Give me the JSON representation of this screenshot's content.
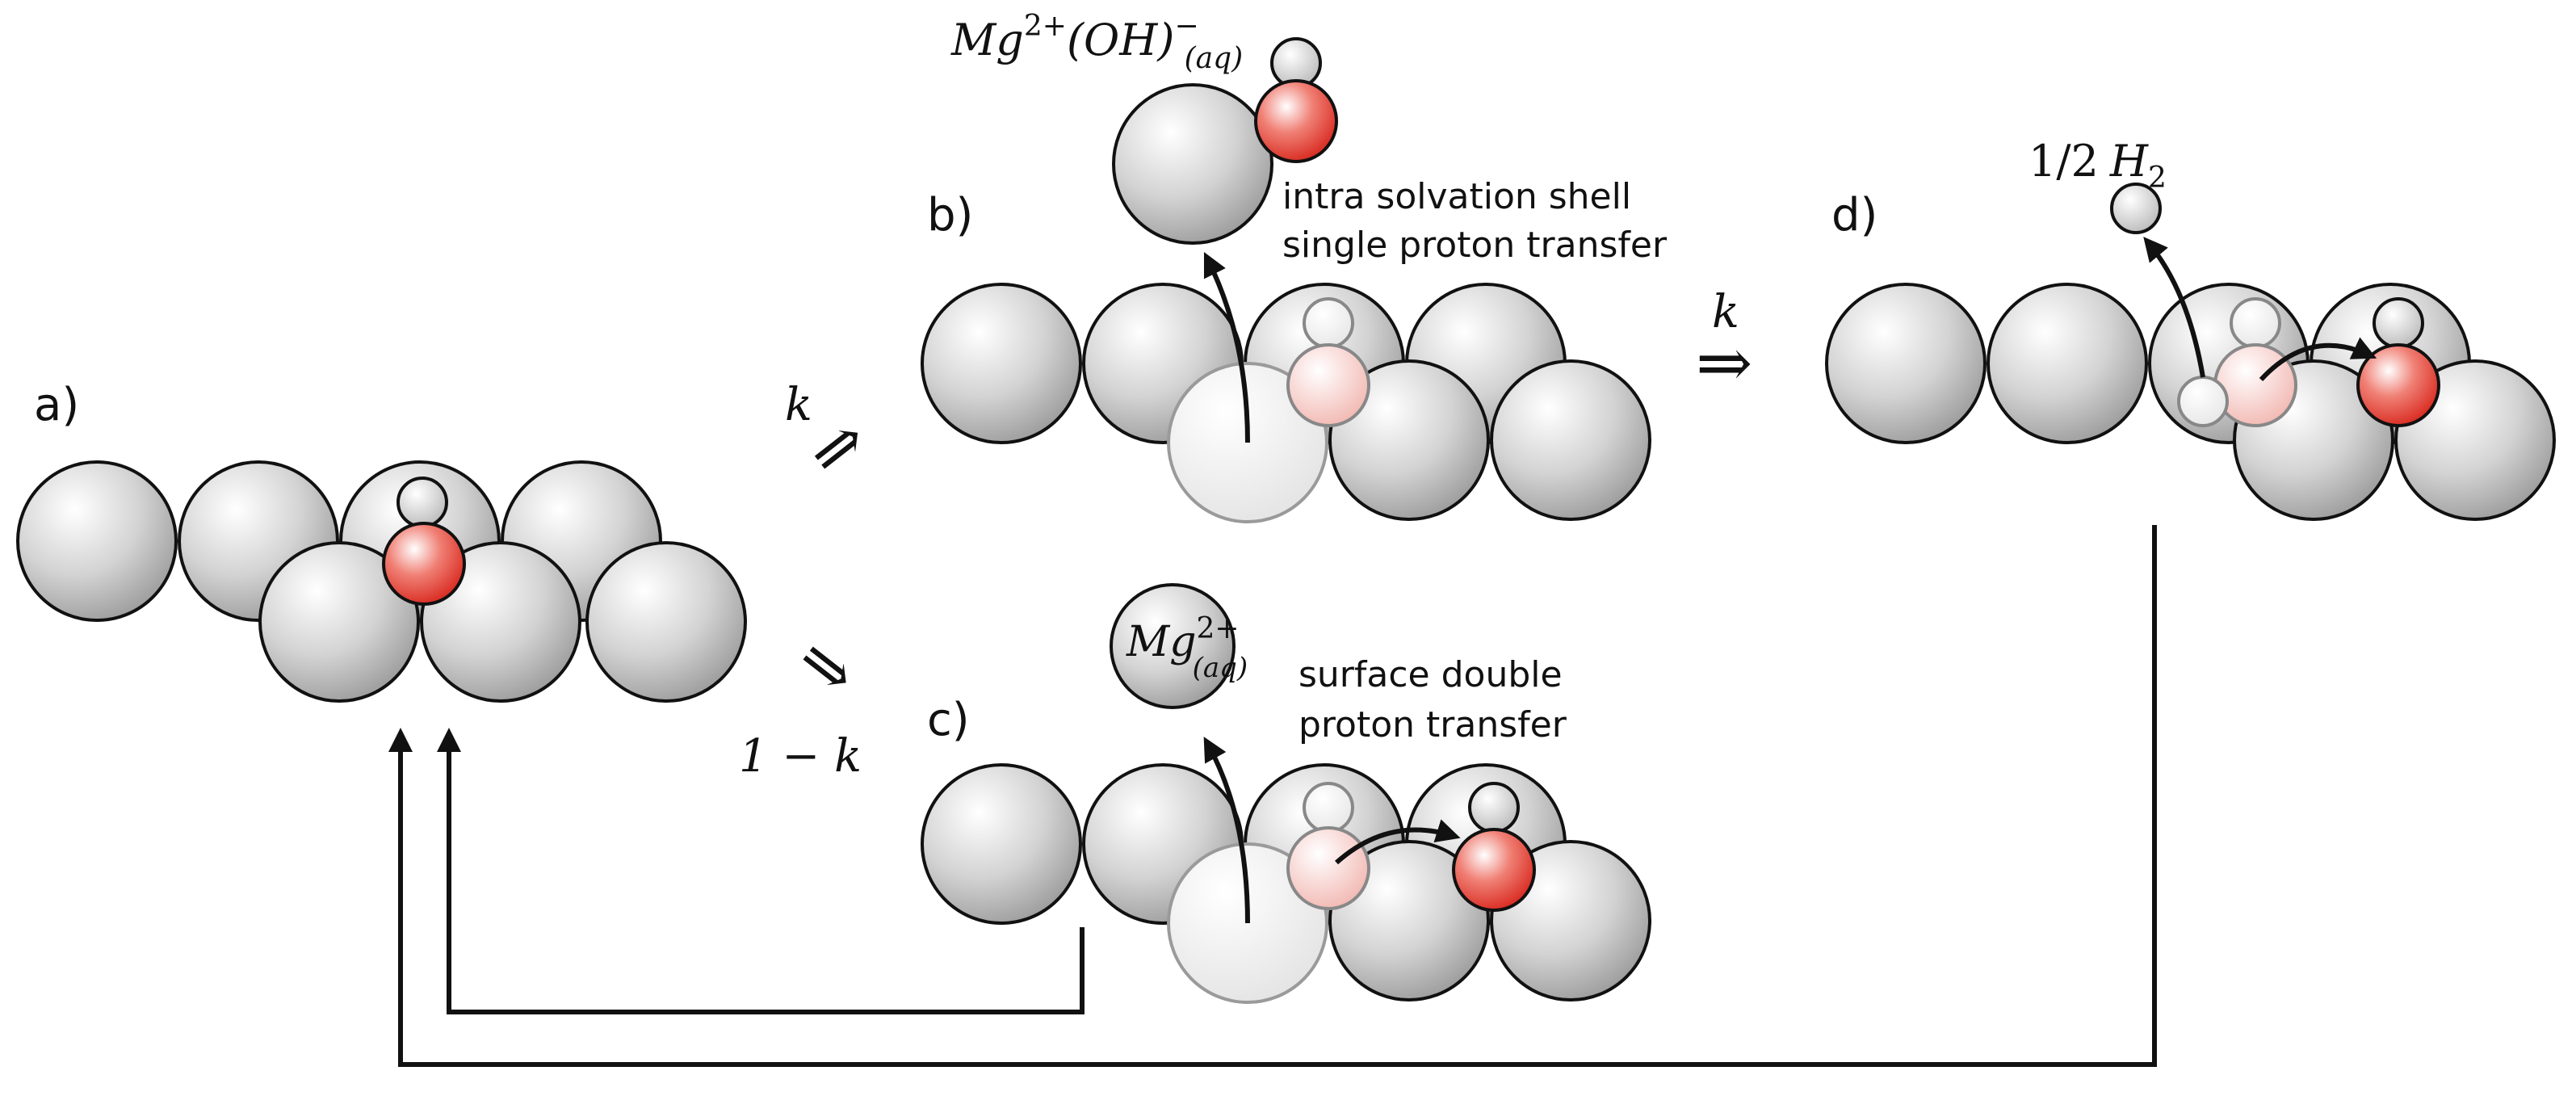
{
  "panels": {
    "a": {
      "label": "a)"
    },
    "b": {
      "label": "b)",
      "desc_line1": "intra solvation shell",
      "desc_line2": "single proton transfer",
      "species_base": "Mg",
      "species_sup": "2+",
      "species_group": "(OH)",
      "species_sup2": "−",
      "species_sub": "(aq)"
    },
    "c": {
      "label": "c)",
      "desc_line1": "surface double",
      "desc_line2": "proton transfer",
      "ion_base": "Mg",
      "ion_sup": "2+",
      "ion_sub": "(aq)"
    },
    "d": {
      "label": "d)",
      "product_coef": "1/2",
      "product_base": "H",
      "product_sub": "2"
    }
  },
  "arrows": {
    "a_to_b": {
      "glyph": "⇒",
      "label": "k"
    },
    "a_to_c": {
      "glyph": "⇒",
      "label": "1 − k"
    },
    "b_to_d": {
      "glyph": "⇒",
      "label": "k"
    }
  },
  "colors": {
    "mg_atom": "#c8c8c8",
    "oxygen_atom": "#e0392f",
    "oxygen_faded": "#f3c9c5",
    "hydrogen_atom": "#dedede",
    "outline": "#111111"
  }
}
